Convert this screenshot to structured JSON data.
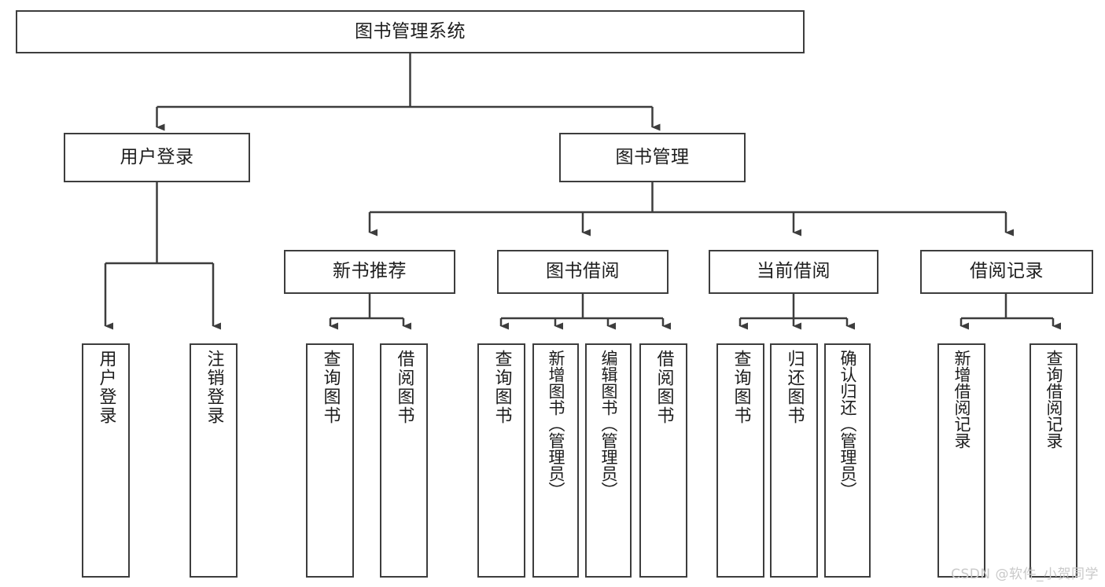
{
  "diagram": {
    "type": "hierarchy-tree",
    "title": "图书管理系统",
    "root": {
      "id": "root",
      "label": "图书管理系统"
    },
    "level2": [
      {
        "id": "user-login",
        "label": "用户登录"
      },
      {
        "id": "book-management",
        "label": "图书管理"
      }
    ],
    "level3": [
      {
        "id": "new-book-recommend",
        "label": "新书推荐"
      },
      {
        "id": "book-borrow",
        "label": "图书借阅"
      },
      {
        "id": "current-borrow",
        "label": "当前借阅"
      },
      {
        "id": "borrow-record",
        "label": "借阅记录"
      }
    ],
    "leaves": [
      {
        "id": "leaf-user-login",
        "label": "用户登录",
        "parent": "user-login"
      },
      {
        "id": "leaf-logout",
        "label": "注销登录",
        "parent": "user-login"
      },
      {
        "id": "leaf-query-book-1",
        "label": "查询图书",
        "parent": "new-book-recommend"
      },
      {
        "id": "leaf-borrow-book-1",
        "label": "借阅图书",
        "parent": "new-book-recommend"
      },
      {
        "id": "leaf-query-book-2",
        "label": "查询图书",
        "parent": "book-borrow"
      },
      {
        "id": "leaf-add-book",
        "label": "新增图书（管理员）",
        "parent": "book-borrow"
      },
      {
        "id": "leaf-edit-book",
        "label": "编辑图书（管理员）",
        "parent": "book-borrow"
      },
      {
        "id": "leaf-borrow-book-2",
        "label": "借阅图书",
        "parent": "book-borrow"
      },
      {
        "id": "leaf-query-book-3",
        "label": "查询图书",
        "parent": "current-borrow"
      },
      {
        "id": "leaf-return-book",
        "label": "归还图书",
        "parent": "current-borrow"
      },
      {
        "id": "leaf-confirm-return",
        "label": "确认归还（管理员）",
        "parent": "current-borrow"
      },
      {
        "id": "leaf-add-record",
        "label": "新增借阅记录",
        "parent": "borrow-record"
      },
      {
        "id": "leaf-query-record",
        "label": "查询借阅记录",
        "parent": "borrow-record"
      }
    ],
    "colors": {
      "border": "#3d3d3d",
      "text": "#1d1d1d",
      "background": "#ffffff",
      "connector": "#3d3d3d",
      "watermark": "#c9c9c9"
    }
  },
  "watermark": {
    "text": "CSDN @软件_小贺同学"
  }
}
